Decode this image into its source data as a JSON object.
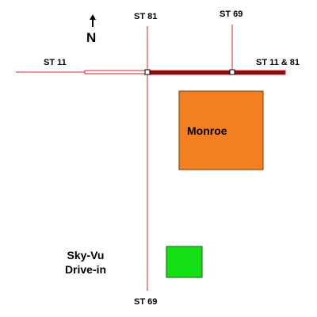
{
  "north": {
    "label": "N",
    "icon": "north-arrow-icon"
  },
  "roads": {
    "st81_top": "ST 81",
    "st69_top": "ST 69",
    "st11_left": "ST 11",
    "st11_81_right": "ST 11 & 81",
    "st69_bottom": "ST 69"
  },
  "town": {
    "name": "Monroe"
  },
  "poi": {
    "line1": "Sky-Vu",
    "line2": "Drive-in"
  },
  "colors": {
    "road": "#e02020",
    "highway_fill": "#7a0c0c",
    "town": "#f47f20",
    "poi": "#12e012",
    "text": "#000000"
  }
}
